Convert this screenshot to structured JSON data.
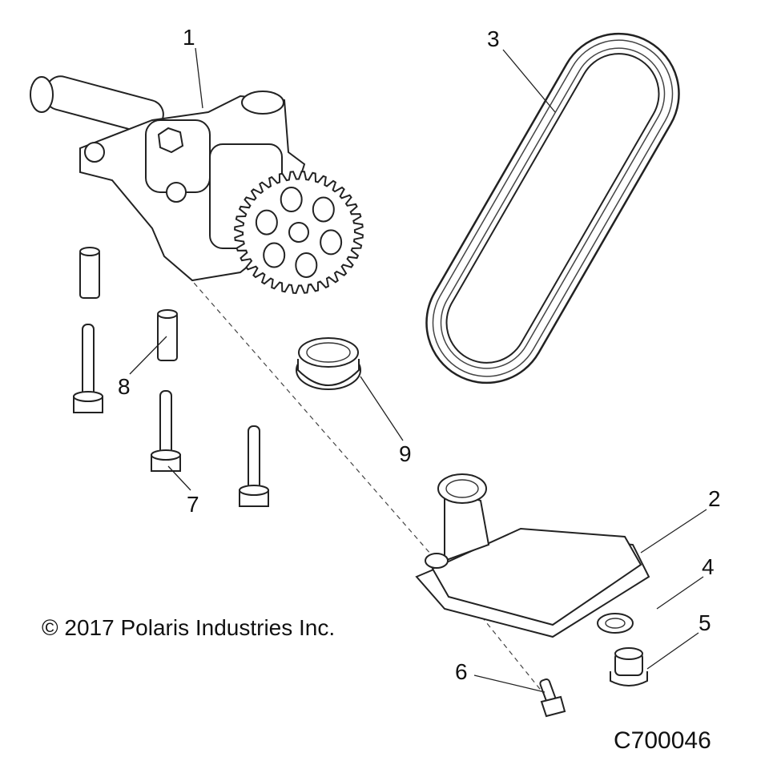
{
  "callouts": [
    "1",
    "2",
    "3",
    "4",
    "5",
    "6",
    "7",
    "8",
    "9"
  ],
  "copyright": "© 2017 Polaris Industries Inc.",
  "drawing_id": "C700046"
}
